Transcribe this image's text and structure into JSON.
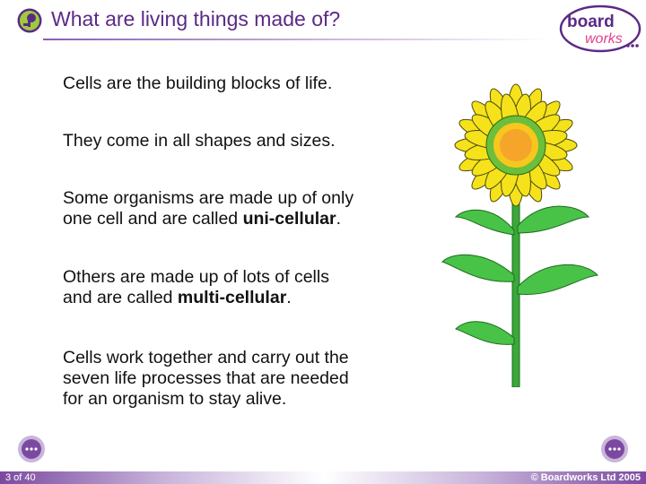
{
  "header": {
    "title": "What are living things made of?",
    "logo_top": "board",
    "logo_bottom": "works",
    "icon": "microscope-icon"
  },
  "bullets": [
    {
      "text": "Cells are the building blocks of life."
    },
    {
      "text": "They come in all shapes and sizes."
    },
    {
      "line1": "Some organisms are made up of only",
      "line2_pre": "one cell and are called ",
      "line2_bold": "uni-cellular",
      "line2_post": "."
    },
    {
      "line1": "Others are made up of lots of cells",
      "line2_pre": "and are called ",
      "line2_bold": "multi-cellular",
      "line2_post": "."
    },
    {
      "line1": "Cells work together and carry out the",
      "line2": "seven life processes that are needed",
      "line3": "for an organism to stay alive."
    }
  ],
  "bullet_symbol": "",
  "footer": {
    "page": "3 of 40",
    "copyright": "© Boardworks Ltd 2005",
    "prev_icon": "previous-slide-icon",
    "next_icon": "next-slide-icon"
  },
  "colors": {
    "title": "#5b2a86",
    "accent": "#7b4aa0",
    "petal": "#f5e21a",
    "center": "#f5a52a",
    "leaf": "#3ab93a"
  }
}
